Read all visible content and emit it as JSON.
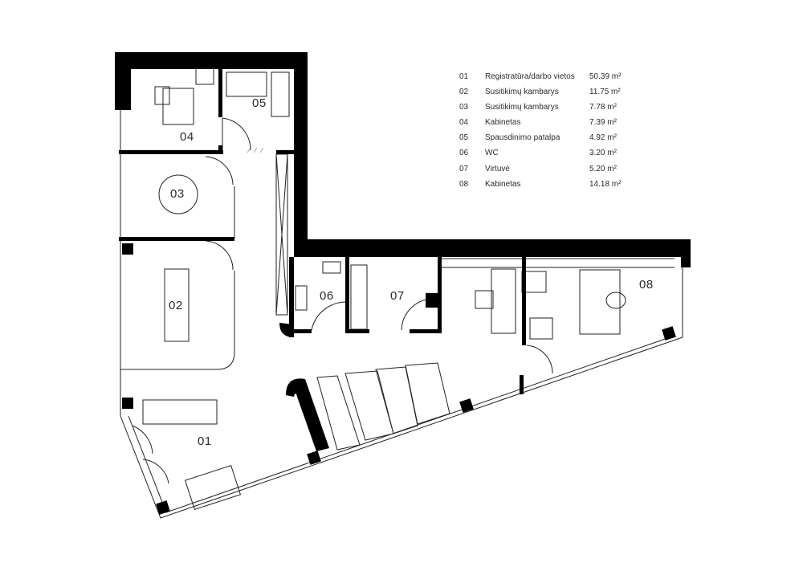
{
  "rooms": [
    {
      "number": "01",
      "name": "Registratūra/darbo vietos",
      "area": "50.39 m²"
    },
    {
      "number": "02",
      "name": "Susitikimų kambarys",
      "area": "11.75 m²"
    },
    {
      "number": "03",
      "name": "Susitikimų kambarys",
      "area": "7.78 m²"
    },
    {
      "number": "04",
      "name": "Kabinetas",
      "area": "7.39 m²"
    },
    {
      "number": "05",
      "name": "Spausdinimo patalpa",
      "area": "4.92 m²"
    },
    {
      "number": "06",
      "name": "WC",
      "area": "3.20 m²"
    },
    {
      "number": "07",
      "name": "Virtuvė",
      "area": "5.20 m²"
    },
    {
      "number": "08",
      "name": "Kabinetas",
      "area": "14.18 m²"
    }
  ]
}
